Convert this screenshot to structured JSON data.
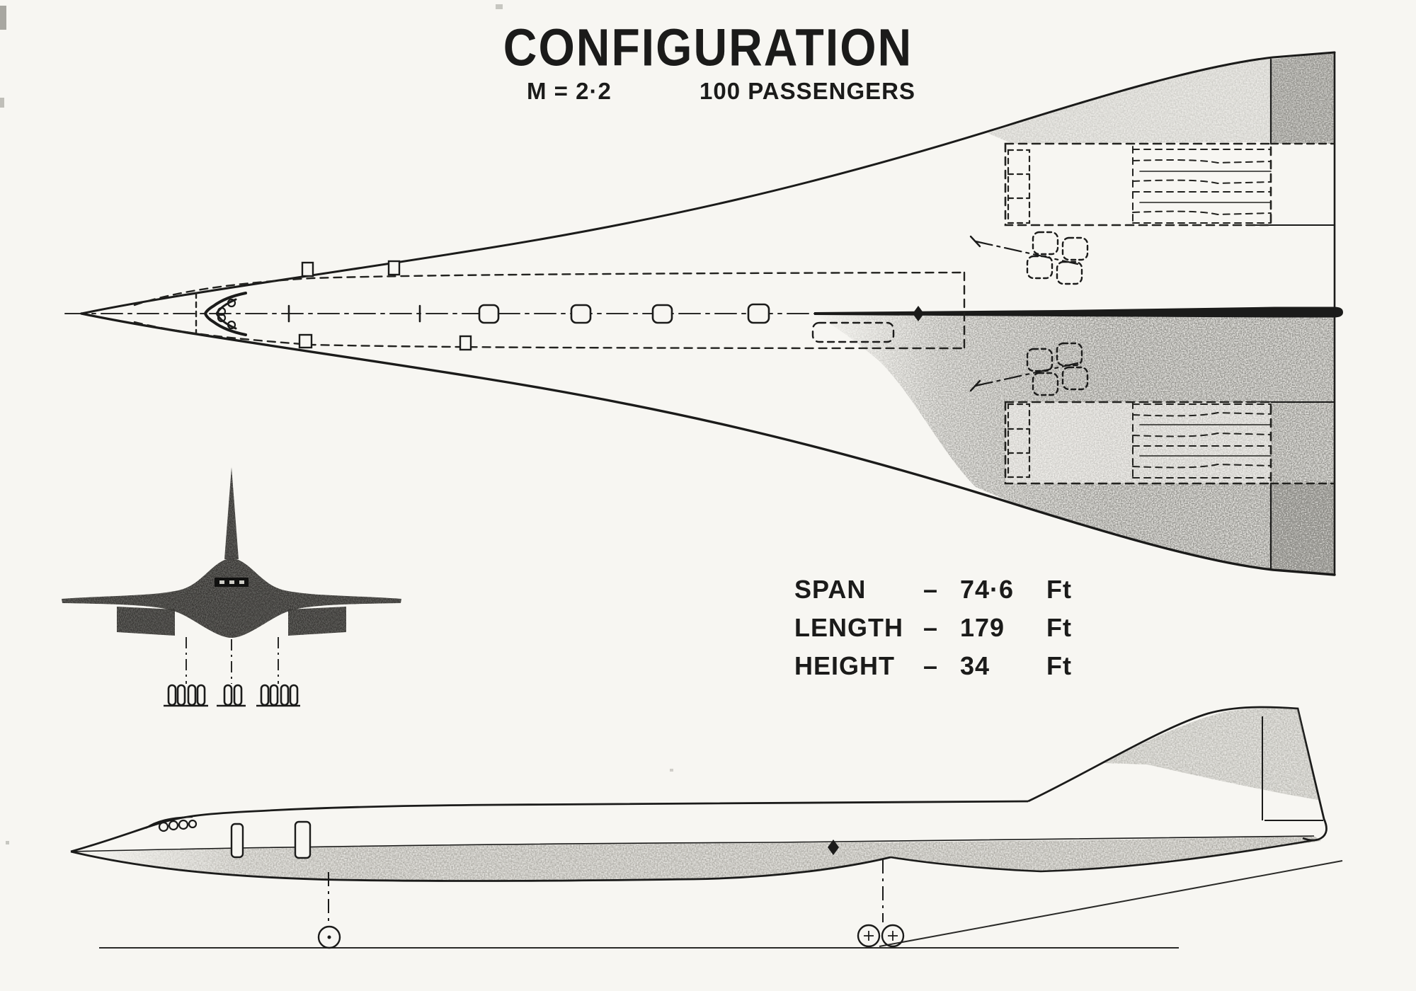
{
  "header": {
    "title": "CONFIGURATION",
    "mach_label": "M = 2·2",
    "passengers_label": "100 PASSENGERS"
  },
  "specs": {
    "rows": [
      {
        "label": "SPAN",
        "separator": "–",
        "value": "74·6",
        "unit": "Ft"
      },
      {
        "label": "LENGTH",
        "separator": "–",
        "value": "179",
        "unit": "Ft"
      },
      {
        "label": "HEIGHT",
        "separator": "–",
        "value": "34",
        "unit": "Ft"
      }
    ]
  },
  "colors": {
    "paper": "#f7f6f2",
    "ink": "#1b1b1a",
    "wing_shade": "#8e8d88",
    "silhouette": "#343330"
  }
}
